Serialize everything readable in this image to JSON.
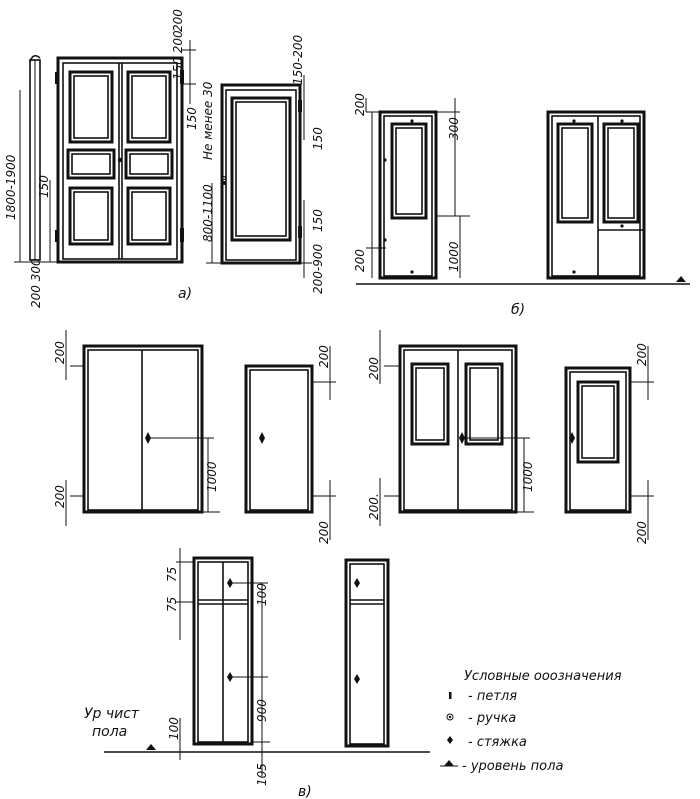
{
  "section_labels": {
    "a": "a)",
    "b": "б)",
    "c": "в)"
  },
  "dims_a": {
    "d200_top": "200",
    "d150_200": "150 200",
    "d1800": "1800-1900",
    "d150_left": "150",
    "d200_300": "200 300",
    "d150_mid": "150",
    "not_less": "Не менее 30",
    "d150_200b": "150-200",
    "d150_r1": "150",
    "d800": "800-1100",
    "d150_r2": "150",
    "d200_900": "200-900"
  },
  "dims_b": {
    "d200_top": "200",
    "d300": "300",
    "d1000": "1000",
    "d200_bot": "200"
  },
  "dims_mid": {
    "l200_top": "200",
    "l200_bot": "200",
    "l1000": "1000",
    "s200_top": "200",
    "s200_bot": "200",
    "g200_top": "200",
    "g200_bot": "200.",
    "g1000": "1000",
    "h200_top": "200",
    "h200_bot": "200"
  },
  "dims_c": {
    "d75a": "75",
    "d75b": "75",
    "d100_top": "100",
    "d900": "900",
    "d100_bot": "100",
    "d105": "105",
    "floor_label_1": "Ур чист",
    "floor_label_2": "пола"
  },
  "legend": {
    "title": "Условные ооозначения",
    "hinge": "- петля",
    "handle": "- ручка",
    "tie": "- стяжка",
    "floor": "- уровень пола"
  }
}
